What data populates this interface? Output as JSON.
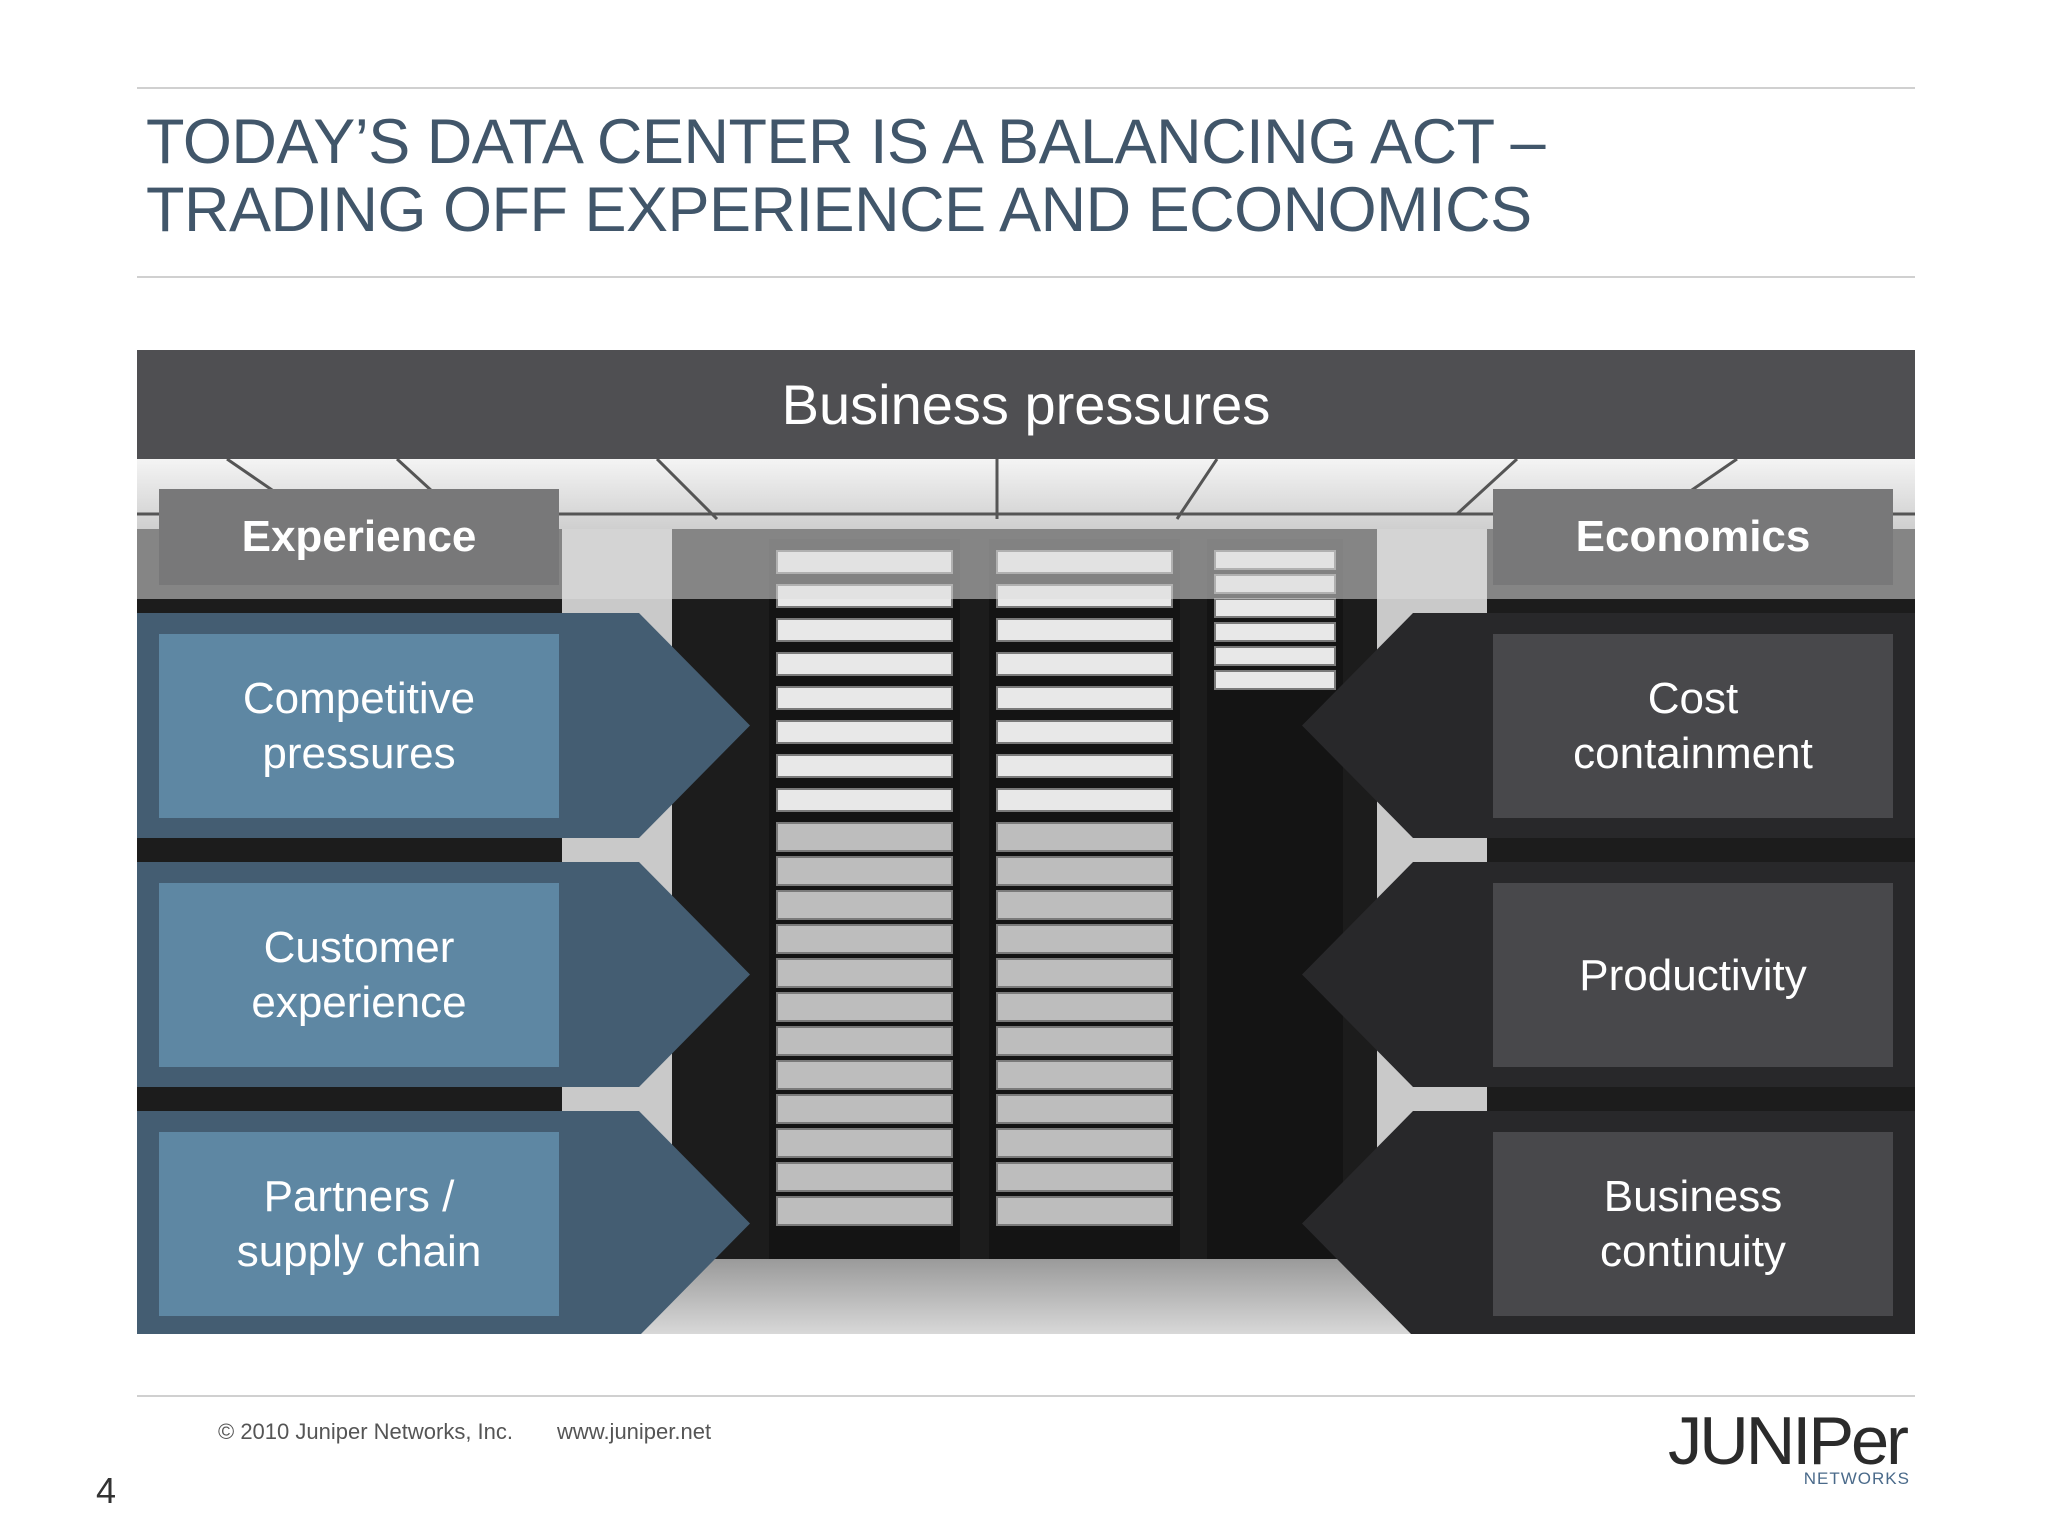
{
  "title": {
    "line1": "TODAY’S DATA CENTER IS A BALANCING ACT –",
    "line2": "TRADING OFF EXPERIENCE AND ECONOMICS"
  },
  "diagram": {
    "banner": "Business pressures",
    "left": {
      "label": "Experience",
      "items": [
        {
          "line1": "Competitive",
          "line2": "pressures"
        },
        {
          "line1": "Customer",
          "line2": "experience"
        },
        {
          "line1": "Partners /",
          "line2": "supply chain"
        }
      ]
    },
    "right": {
      "label": "Economics",
      "items": [
        {
          "line1": "Cost",
          "line2": "containment"
        },
        {
          "line1": "Productivity",
          "line2": ""
        },
        {
          "line1": "Business",
          "line2": "continuity"
        }
      ]
    }
  },
  "footer": {
    "copyright": "© 2010 Juniper Networks, Inc.",
    "url": "www.juniper.net",
    "page_number": "4"
  },
  "logo": {
    "wordmark": "JUNIPer",
    "subtext": "NETWORKS"
  },
  "colors": {
    "title": "#41566a",
    "banner": "#4f4f52",
    "experience_arrow": "#445d72",
    "experience_box": "#5e87a3",
    "economics_arrow": "#28282a",
    "economics_box": "#48484b",
    "category_label": "#787879"
  }
}
